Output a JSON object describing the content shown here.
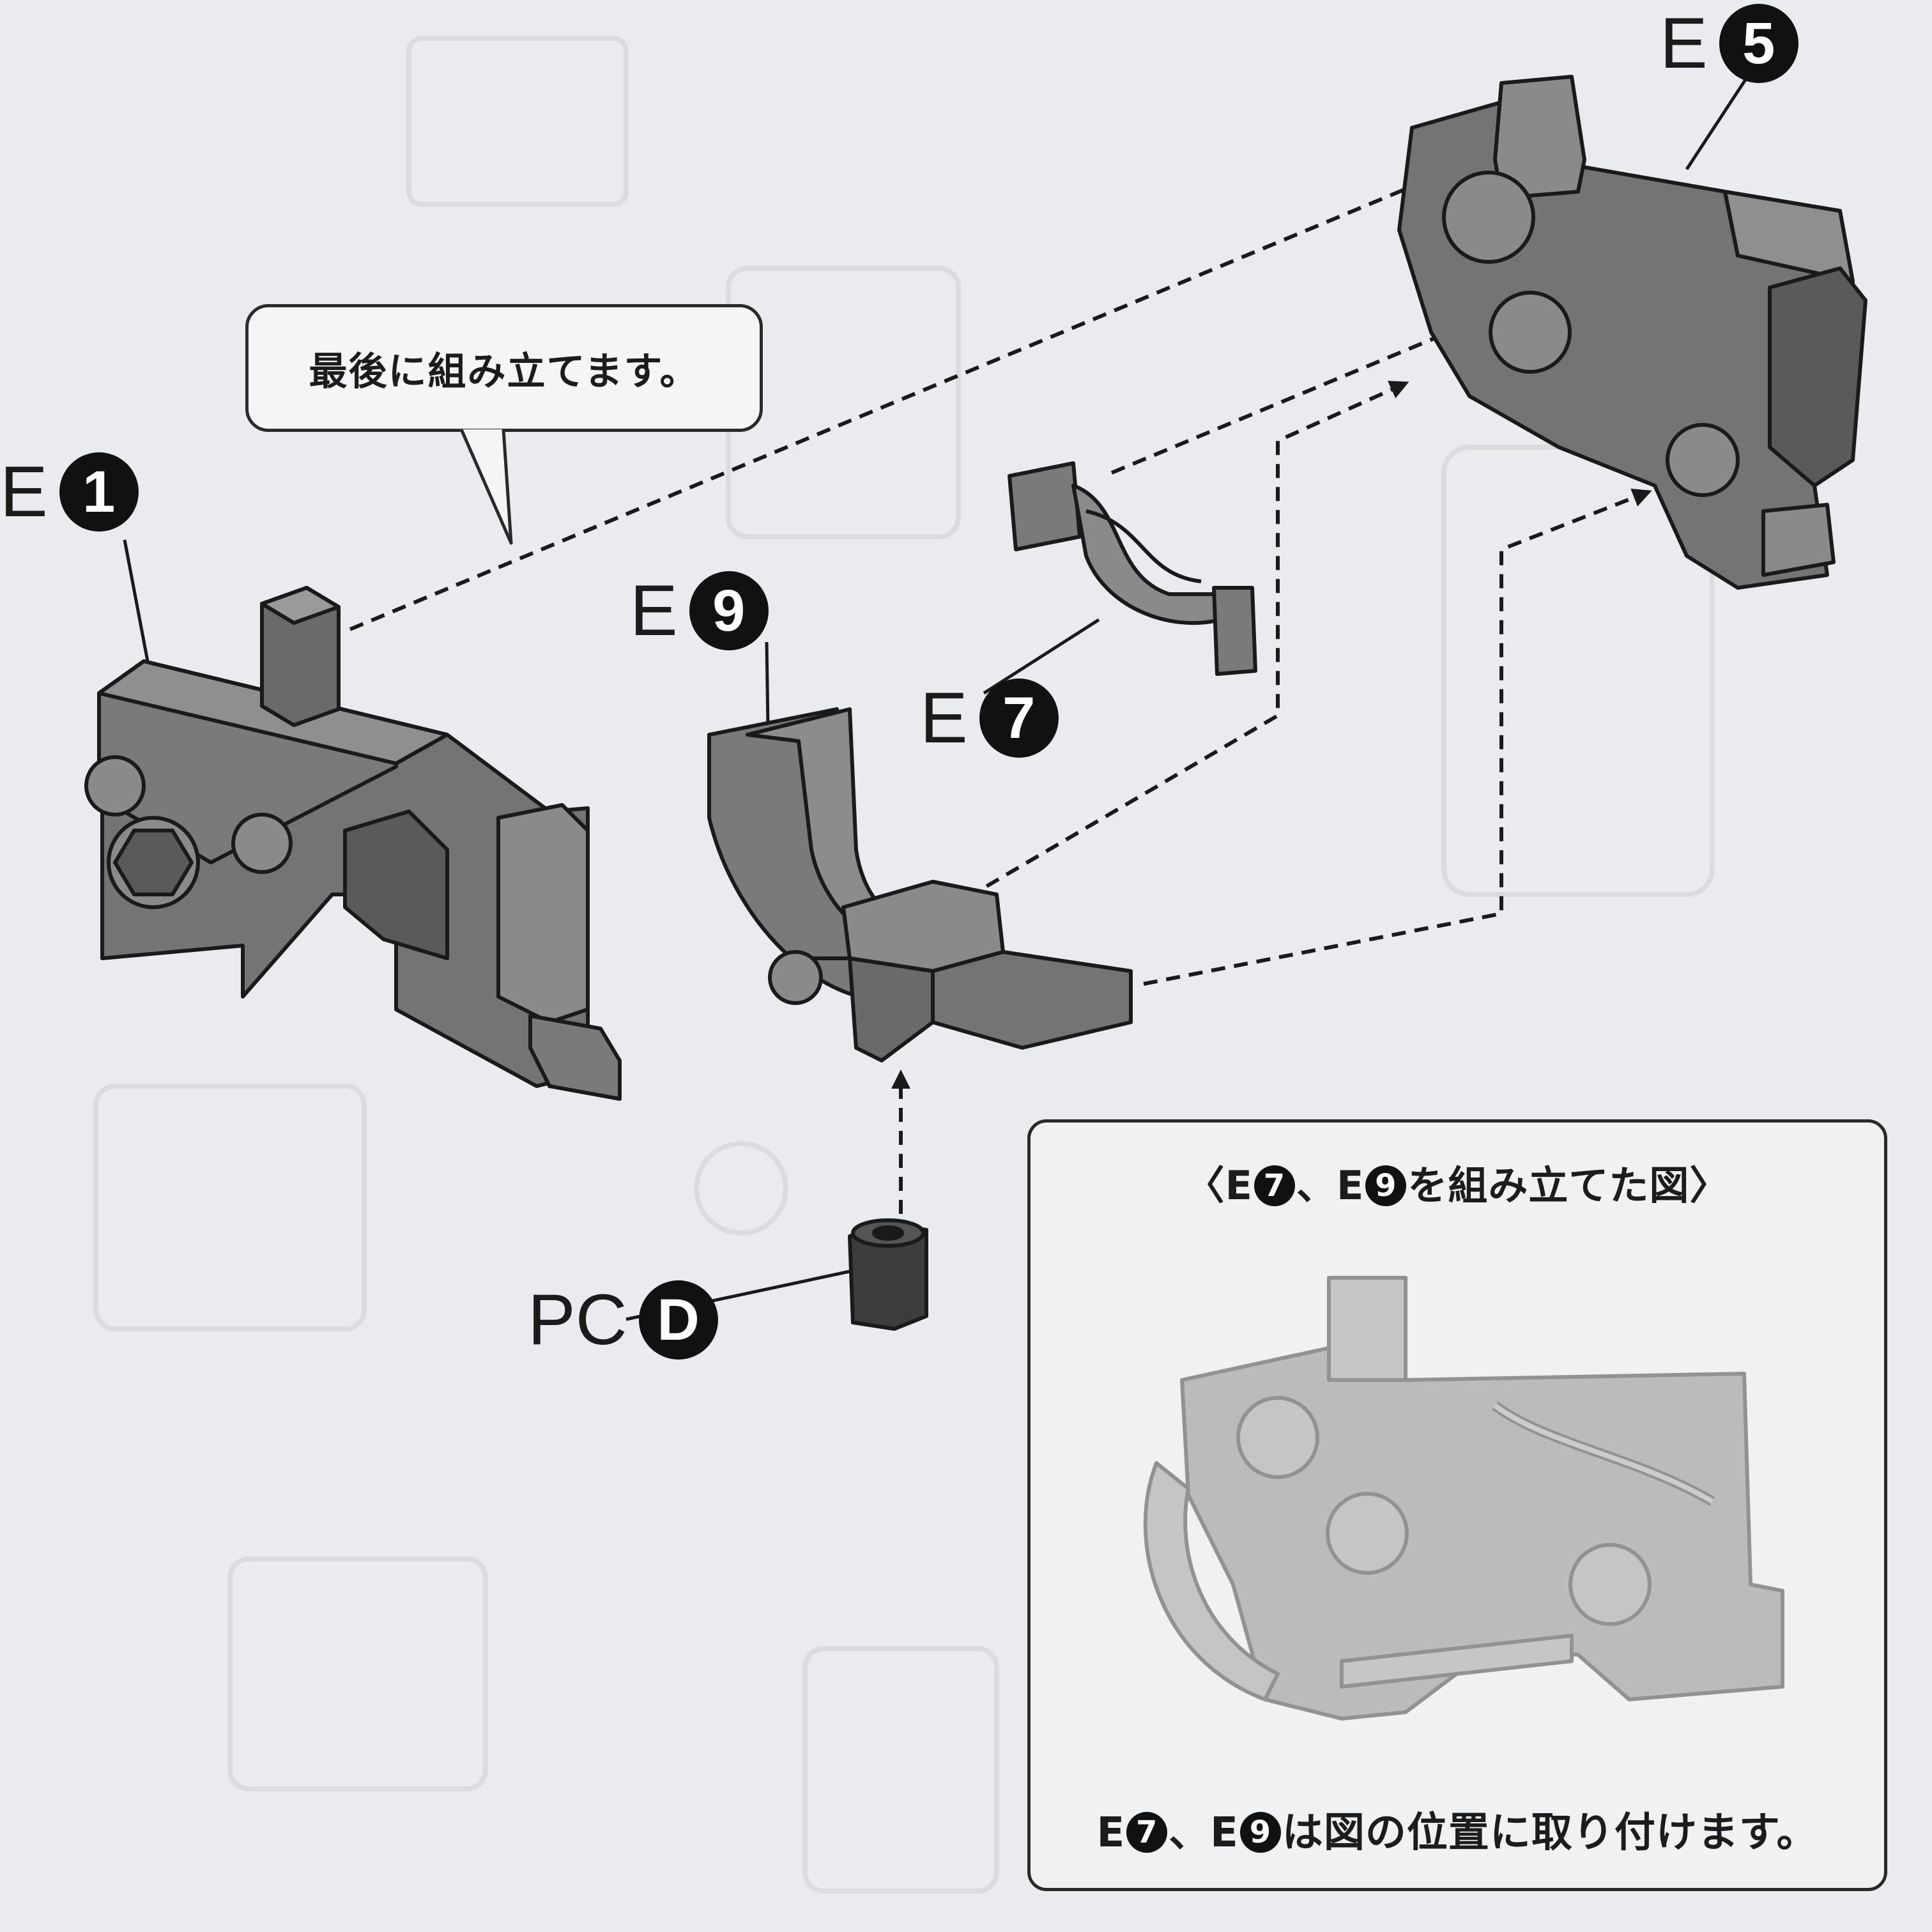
{
  "callout": {
    "text": "最後に組み立てます。"
  },
  "parts": {
    "e1": {
      "letter": "E",
      "num": "1"
    },
    "e5": {
      "letter": "E",
      "num": "5"
    },
    "e7": {
      "letter": "E",
      "num": "7"
    },
    "e9": {
      "letter": "E",
      "num": "9"
    },
    "pcd": {
      "letter": "PC",
      "num": "D"
    }
  },
  "inset": {
    "title_prefix": "〈E",
    "title_n1": "7",
    "title_mid": "、E",
    "title_n2": "9",
    "title_suffix": "を組み立てた図〉",
    "note_prefix": "E",
    "note_n1": "7",
    "note_mid": "、E",
    "note_n2": "9",
    "note_suffix": "は図の位置に取り付けます。"
  },
  "colors": {
    "part_fill": "#747474",
    "part_dark": "#4e4e4e",
    "part_light": "#9a9a9a",
    "outline": "#1a1a1a",
    "background": "#e9ebee"
  }
}
